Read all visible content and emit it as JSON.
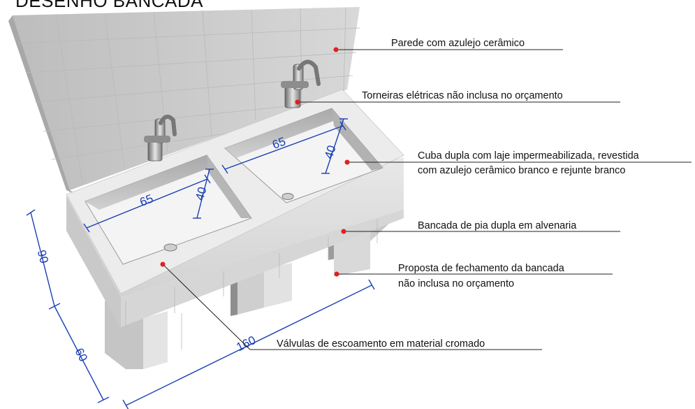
{
  "title": "DESENHO BANCADA",
  "annotations": {
    "wall": "Parede com azulejo cerâmico",
    "faucets": "Torneiras elétricas não inclusa no orçamento",
    "sink_line1": "Cuba dupla com laje impermeabilizada, revestida",
    "sink_line2": "com azulejo cerâmico branco e rejunte branco",
    "counter": "Bancada de pia dupla em alvenaria",
    "closing_line1": "Proposta de fechamento da bancada",
    "closing_line2": "não inclusa no orçamento",
    "valves": "Válvulas de escoamento em material cromado"
  },
  "dimensions": {
    "basin_left_width": "65",
    "basin_left_depth": "40",
    "basin_right_width": "65",
    "basin_right_depth": "40",
    "height_upper": "90",
    "height_lower": "60",
    "length": "160"
  },
  "colors": {
    "dimension": "#1a3fb5",
    "marker": "#e02020",
    "leader": "#222222"
  }
}
